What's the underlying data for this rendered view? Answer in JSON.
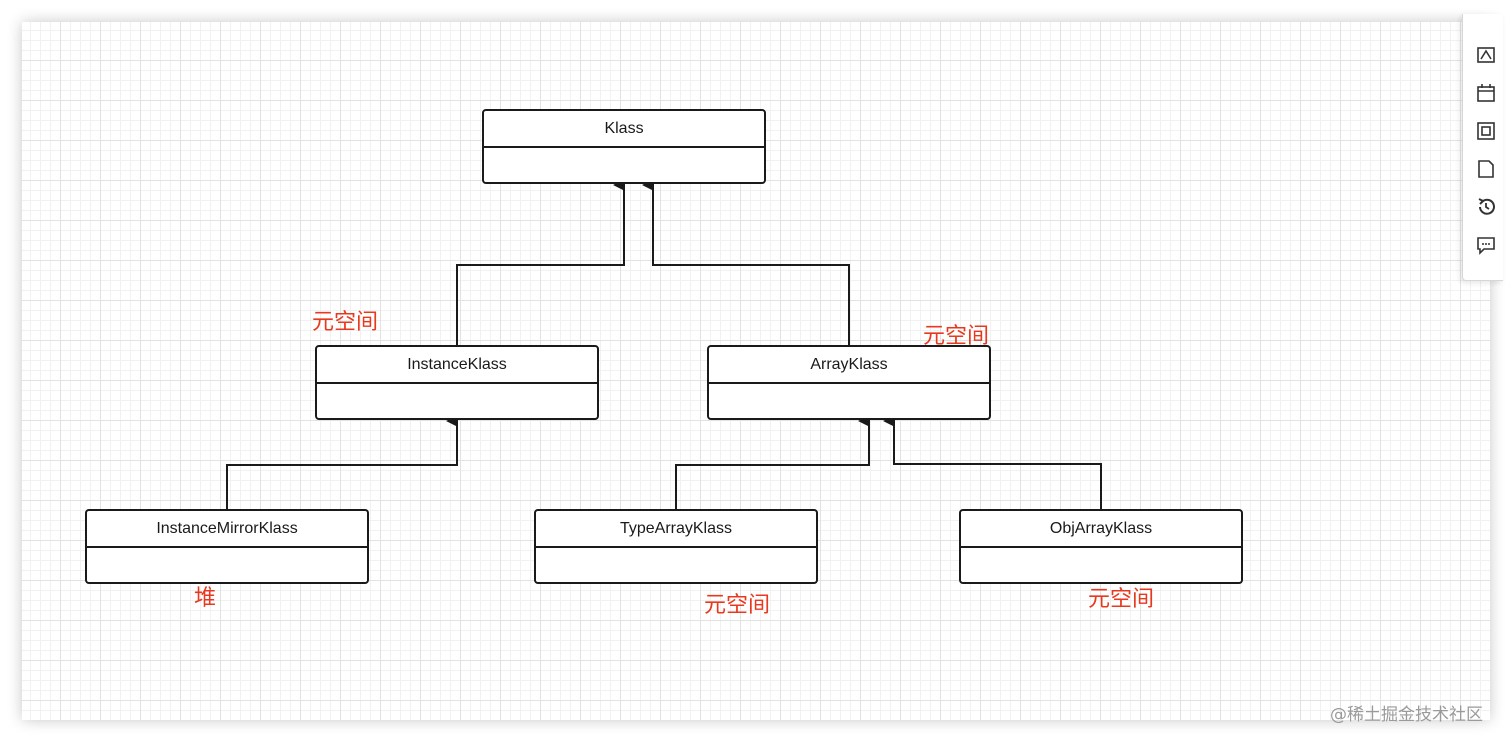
{
  "diagram": {
    "classes": {
      "klass": "Klass",
      "instance_klass": "InstanceKlass",
      "array_klass": "ArrayKlass",
      "instance_mirror_klass": "InstanceMirrorKlass",
      "type_array_klass": "TypeArrayKlass",
      "obj_array_klass": "ObjArrayKlass"
    },
    "annotations": {
      "instance_klass": "元空间",
      "array_klass": "元空间",
      "instance_mirror_klass": "堆",
      "type_array_klass": "元空间",
      "obj_array_klass": "元空间"
    }
  },
  "toolbar": {
    "icons": [
      "format-icon",
      "calendar-icon",
      "page-icon",
      "document-icon",
      "history-icon",
      "comment-icon"
    ]
  },
  "watermark": "@稀土掘金技术社区",
  "colors": {
    "annotation": "#e8391f",
    "line": "#1a1a1a",
    "grid": "#e2e2e2"
  }
}
